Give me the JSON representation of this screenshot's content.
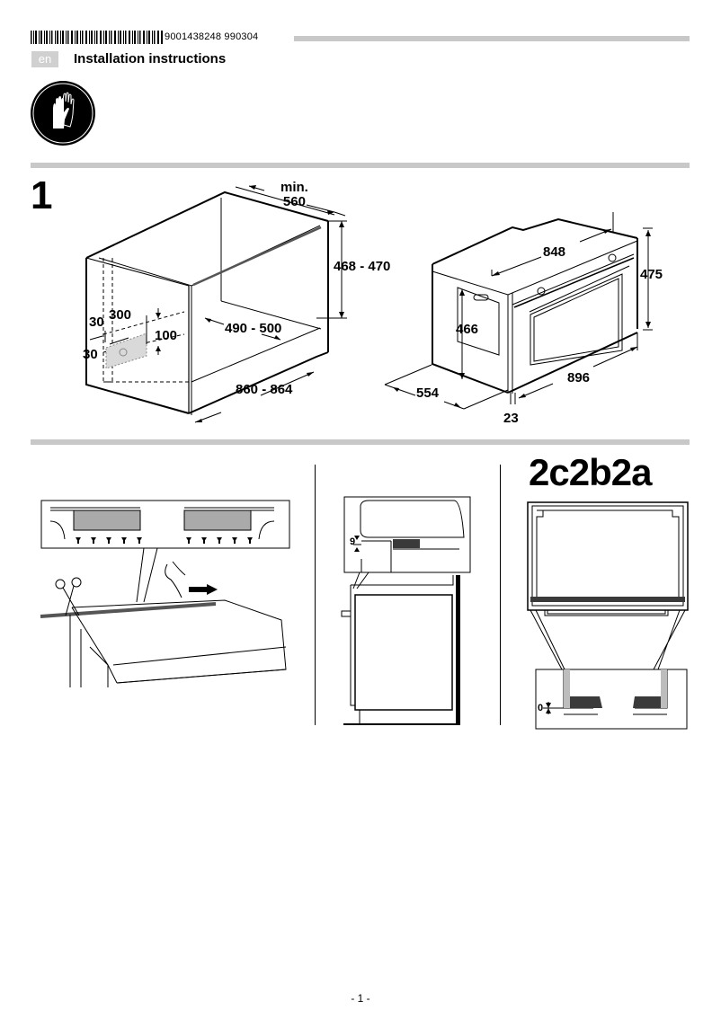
{
  "header": {
    "barcode_icon": "barcode-icon",
    "document_number": "9001438248  990304",
    "language": "en",
    "title": "Installation instructions",
    "safety_icon": "protective-gloves-icon"
  },
  "figure1": {
    "step": "1",
    "cabinet": {
      "depth_min_label": "min.",
      "depth_min_value": "560",
      "height": "468 - 470",
      "inner_depth": "490 - 500",
      "width": "860 - 864",
      "cutout_offset_x": "30",
      "cutout_width": "300",
      "cutout_offset_y": "30",
      "cutout_height": "100"
    },
    "oven": {
      "width_depth": "848",
      "height": "475",
      "side_height": "466",
      "front_width": "896",
      "depth": "554",
      "front_thickness": "23"
    }
  },
  "figure2": {
    "title": "2c2b2a",
    "panel_b_gap": "9",
    "panel_c_gap": "0"
  },
  "colors": {
    "rule_gray": "#c8c8c8",
    "badge_gray": "#d0d0d0",
    "dark_fill": "#3a3a3a",
    "light_fill": "#bdbdbd"
  },
  "footer": {
    "page": "- 1 -"
  }
}
